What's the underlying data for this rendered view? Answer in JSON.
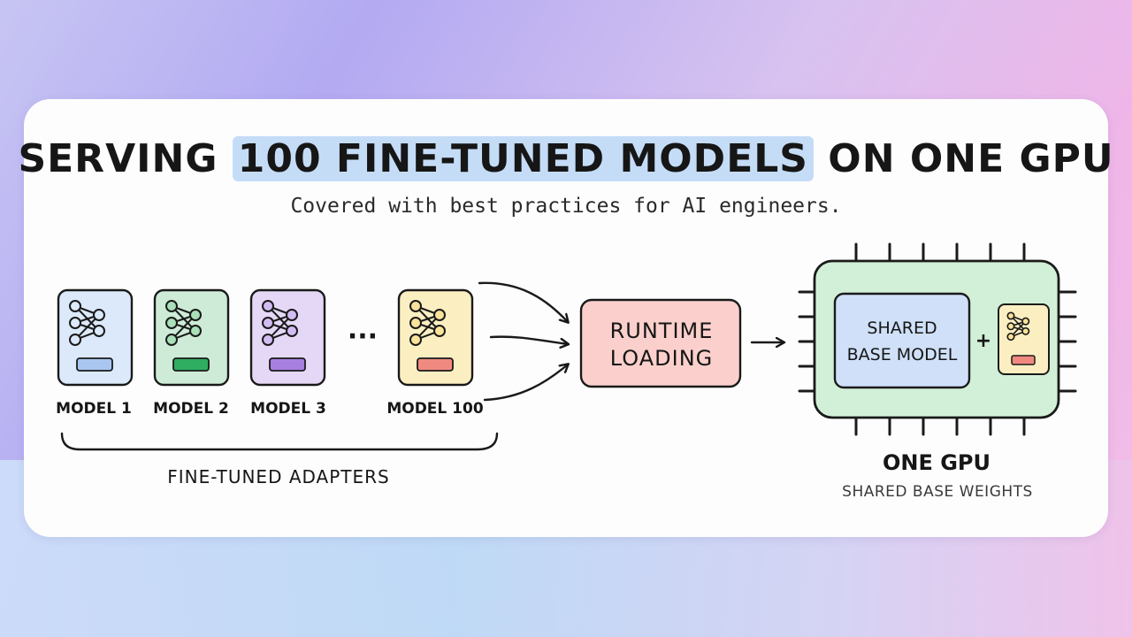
{
  "title": {
    "pre": "SERVING ",
    "highlight": "100 FINE-TUNED MODELS",
    "post": " ON ONE GPU"
  },
  "subtitle": "Covered with best practices for AI engineers.",
  "colors": {
    "model1": "#dbe9fb",
    "model2": "#cdebd6",
    "model3": "#e5d8f6",
    "model100": "#fbefc2",
    "runtime": "#fbd0cc",
    "gpu": "#d2f0d8",
    "shared": "#cfe0f8",
    "highlight": "#c5dcf7"
  },
  "adapters": [
    {
      "label": "MODEL 1",
      "accent": "#a9c6f0"
    },
    {
      "label": "MODEL 2",
      "accent": "#2fae62"
    },
    {
      "label": "MODEL 3",
      "accent": "#a77fe0"
    },
    {
      "label": "MODEL 100",
      "accent": "#f08a80"
    }
  ],
  "ellipsis": "···",
  "adapters_caption": "FINE-TUNED ADAPTERS",
  "runtime": {
    "line1": "RUNTIME",
    "line2": "LOADING"
  },
  "gpu": {
    "shared_line1": "SHARED",
    "shared_line2": "BASE MODEL",
    "plus": "+",
    "label": "ONE GPU",
    "caption": "SHARED BASE WEIGHTS"
  }
}
